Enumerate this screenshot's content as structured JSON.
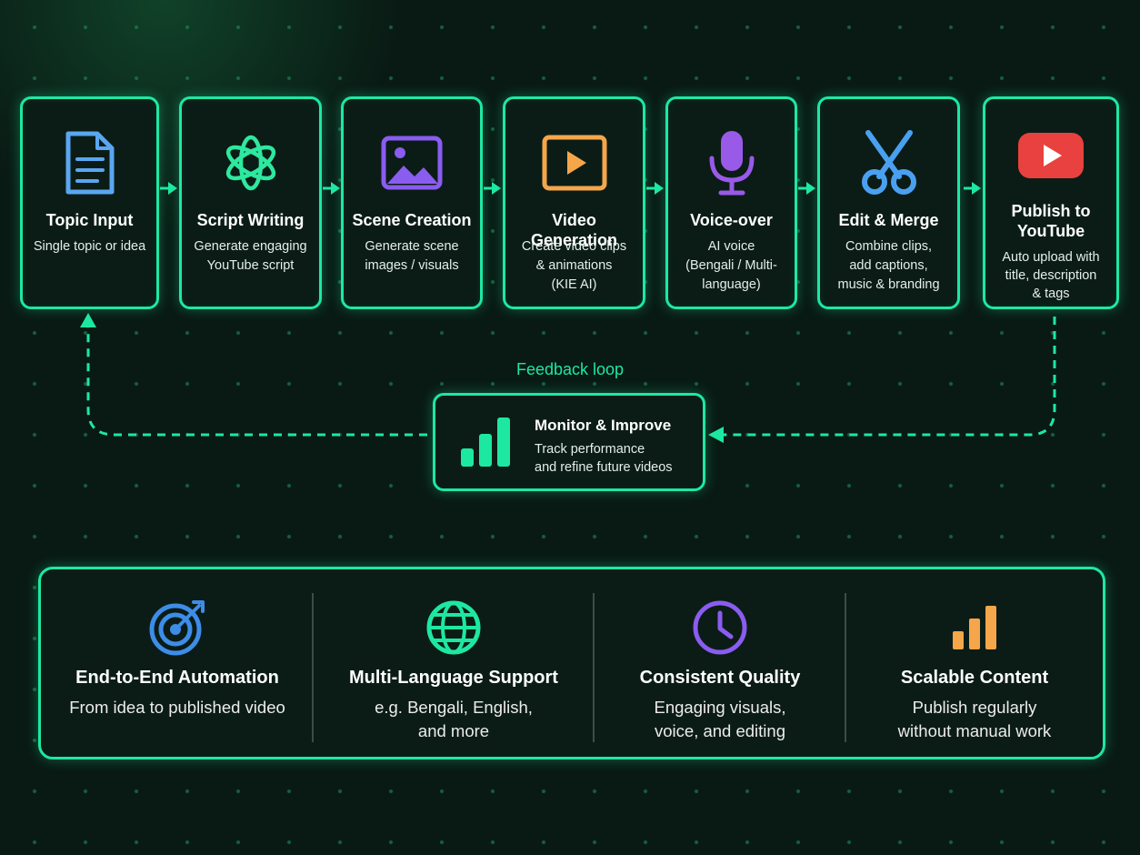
{
  "steps": [
    {
      "title": "Topic Input",
      "desc": [
        "Single topic or idea"
      ],
      "icon": "document-icon"
    },
    {
      "title": "Script Writing",
      "desc": [
        "Generate engaging",
        "YouTube script"
      ],
      "icon": "openai-logo-icon"
    },
    {
      "title": "Scene Creation",
      "desc": [
        "Generate scene",
        "images / visuals"
      ],
      "icon": "image-icon"
    },
    {
      "title": "Video Generation",
      "desc": [
        "Create video clips",
        "& animations",
        "(KIE AI)"
      ],
      "icon": "play-icon"
    },
    {
      "title": "Voice-over",
      "desc": [
        "AI voice",
        "(Bengali / Multi-",
        "language)"
      ],
      "icon": "microphone-icon"
    },
    {
      "title": "Edit & Merge",
      "desc": [
        "Combine clips,",
        "add captions,",
        "music & branding"
      ],
      "icon": "scissors-icon"
    },
    {
      "title": [
        "Publish to",
        "YouTube"
      ],
      "desc": [
        "Auto upload with",
        "title, description",
        "& tags"
      ],
      "icon": "youtube-icon"
    }
  ],
  "feedback_label": "Feedback loop",
  "monitor": {
    "title": "Monitor & Improve",
    "desc": [
      "Track performance",
      "and refine future videos"
    ],
    "icon": "bar-chart-icon"
  },
  "features": [
    {
      "title": "End-to-End Automation",
      "desc": [
        "From idea to published video"
      ],
      "icon": "target-icon"
    },
    {
      "title": "Multi-Language Support",
      "desc": [
        "e.g. Bengali, English,",
        "and more"
      ],
      "icon": "globe-icon"
    },
    {
      "title": "Consistent Quality",
      "desc": [
        "Engaging visuals,",
        "voice, and editing"
      ],
      "icon": "clock-icon"
    },
    {
      "title": "Scalable Content",
      "desc": [
        "Publish regularly",
        "without manual work"
      ],
      "icon": "bar-chart-icon"
    }
  ],
  "colors": {
    "accent": "#1de8a2",
    "background": "#091a14",
    "document_icon": "#5aa6f0",
    "openai_icon": "#2ee89f",
    "image_icon": "#8a5cf0",
    "play_icon": "#f5a64a",
    "mic_icon": "#9a5ae8",
    "scissors_icon": "#4aa0f0",
    "youtube_icon": "#e8413f",
    "target_icon": "#3d8de8",
    "globe_icon": "#1de8a2",
    "clock_icon": "#8a5cf0",
    "scalable_icon": "#f5a64a"
  }
}
